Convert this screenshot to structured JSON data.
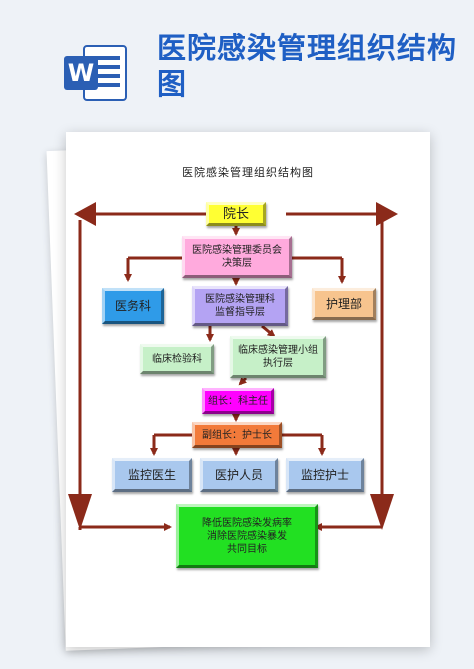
{
  "header": {
    "title": "医院感染管理组织结构图",
    "icon": "word-icon",
    "icon_letter": "W"
  },
  "document": {
    "title": "医院感染管理组织结构图",
    "nodes": {
      "dean": {
        "label": "院长",
        "color": "#ffff33"
      },
      "committee": {
        "line1": "医院感染管理委员会",
        "line2": "决策层",
        "color": "#ffaadd"
      },
      "medical": {
        "label": "医务科",
        "color": "#2f9be8"
      },
      "infection_dept": {
        "line1": "医院感染管理科",
        "line2": "监督指导层",
        "color": "#b4a3f3"
      },
      "nursing": {
        "label": "护理部",
        "color": "#f7c48e"
      },
      "lab": {
        "label": "临床检验科",
        "color": "#c6f0c8"
      },
      "clinical_group": {
        "line1": "临床感染管理小组",
        "line2": "执行层",
        "color": "#c6f0c8"
      },
      "leader": {
        "label": "组长：科主任",
        "color": "#ff00ff"
      },
      "deputy": {
        "label": "副组长：护士长",
        "color": "#f27a3a"
      },
      "monitor_doctor": {
        "label": "监控医生",
        "color": "#a9c8ee"
      },
      "staff": {
        "label": "医护人员",
        "color": "#a9c8ee"
      },
      "monitor_nurse": {
        "label": "监控护士",
        "color": "#a9c8ee"
      },
      "goal": {
        "line1": "降低医院感染发病率",
        "line2": "消除医院感染暴发",
        "line3": "共同目标",
        "color": "#22e022"
      }
    },
    "arrow_color": "#8b2a1a"
  }
}
